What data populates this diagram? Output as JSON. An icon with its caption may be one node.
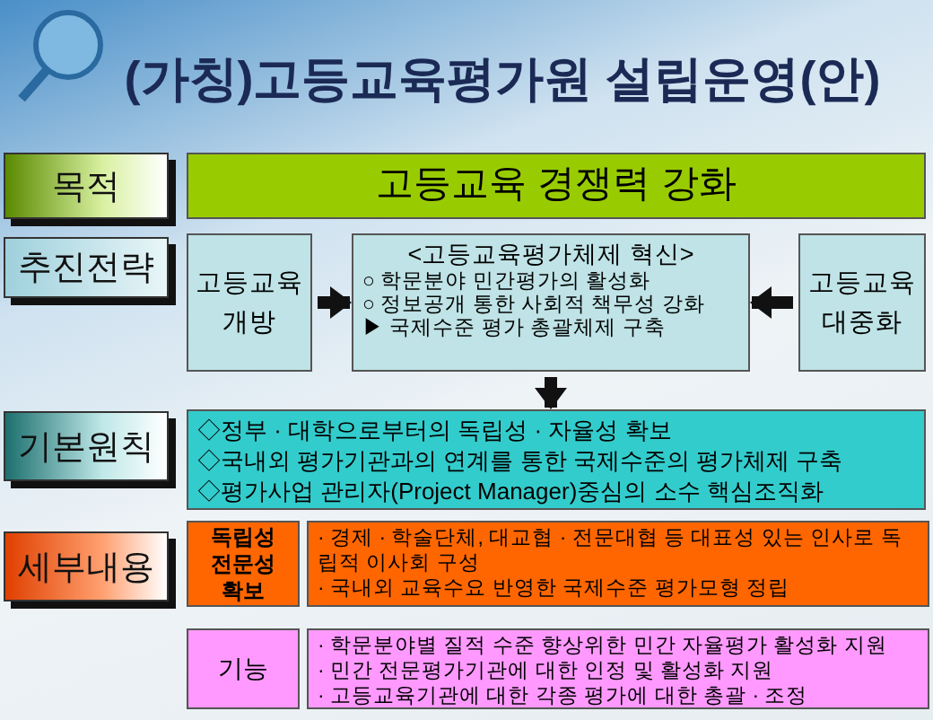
{
  "diagram": {
    "title": "(가칭)고등교육평가원 설립운영(안)",
    "nodes": [
      {
        "text": [
          "목적"
        ]
      },
      {
        "text": [
          "고등교육 경쟁력 강화"
        ]
      },
      {
        "text": [
          "추진전략"
        ]
      },
      {
        "text": [
          "고등교육 개방"
        ]
      },
      {
        "text": [
          "<고등교육평가체제 혁신>",
          "○ 학문분야 민간평가의 활성화",
          "○ 정보공개 통한 사회적 책무성 강화",
          "▶ 국제수준 평가 총괄체제 구축"
        ]
      },
      {
        "text": [
          "고등교육 대중화"
        ]
      },
      {
        "text": [
          "기본원칙"
        ]
      },
      {
        "text": [
          "◇정부 · 대학으로부터의 독립성 · 자율성 확보",
          "◇국내외 평가기관과의 연계를 통한 국제수준의 평가체제 구축",
          "◇평가사업 관리자(Project Manager)중심의 소수 핵심조직화"
        ]
      },
      {
        "text": [
          "세부내용"
        ]
      },
      {
        "text": [
          "독립성 전문성 확보"
        ]
      },
      {
        "text": [
          "· 경제 · 학술단체, 대교협 · 전문대협 등 대표성 있는 인사로 독립적 이사회 구성",
          "· 국내외 교육수요 반영한 국제수준 평가모형 정립"
        ]
      },
      {
        "text": [
          "기능"
        ]
      },
      {
        "text": [
          "· 학문분야별 질적 수준 향상위한 민간 자율평가 활성화 지원",
          "· 민간 전문평가기관에 대한 인정 및 활성화 지원",
          "· 고등교육기관에 대한 각종 평가에 대한 총괄 · 조정"
        ]
      }
    ],
    "edges": [
      {
        "from": 3,
        "to": 4,
        "arrow": "to"
      },
      {
        "from": 5,
        "to": 4,
        "arrow": "to"
      },
      {
        "from": 4,
        "to": 7,
        "arrow": "to"
      }
    ]
  }
}
